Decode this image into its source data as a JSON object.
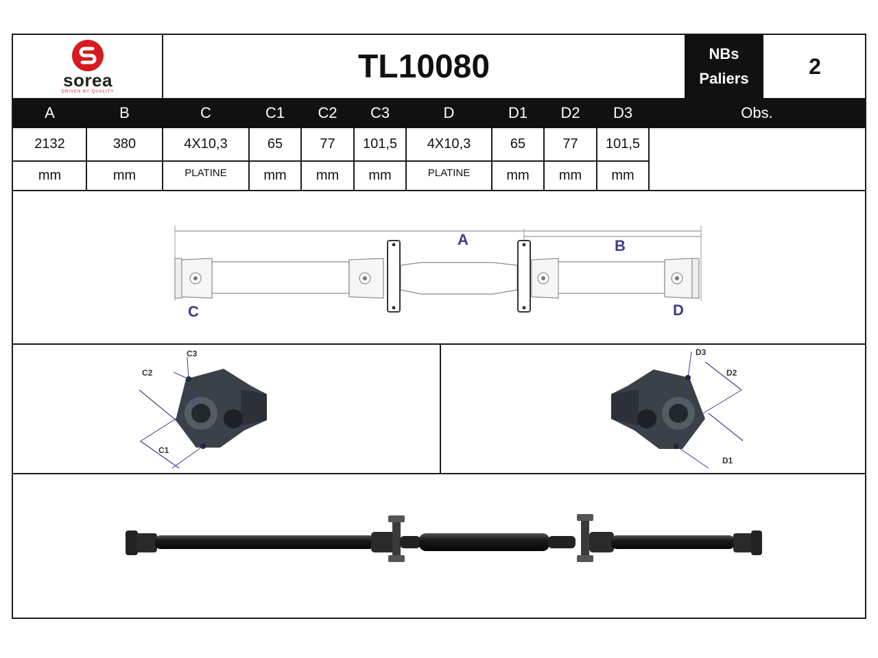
{
  "brand": {
    "name": "sorea",
    "tagline": "DRIVEN BY QUALITY",
    "logo_color": "#d71920"
  },
  "part": {
    "reference": "TL10080",
    "bearings_label_1": "NBs",
    "bearings_label_2": "Paliers",
    "bearings_count": "2"
  },
  "table": {
    "headers": [
      "A",
      "B",
      "C",
      "C1",
      "C2",
      "C3",
      "D",
      "D1",
      "D2",
      "D3",
      "Obs."
    ],
    "values": [
      "2132",
      "380",
      "4X10,3",
      "65",
      "77",
      "101,5",
      "4X10,3",
      "65",
      "77",
      "101,5"
    ],
    "units": [
      "mm",
      "mm",
      "PLATINE",
      "mm",
      "mm",
      "mm",
      "PLATINE",
      "mm",
      "mm",
      "mm"
    ]
  },
  "diagram": {
    "label_a": "A",
    "label_b": "B",
    "label_c": "C",
    "label_d": "D"
  },
  "flange_left": {
    "c1": "C1",
    "c2": "C2",
    "c3": "C3"
  },
  "flange_right": {
    "d1": "D1",
    "d2": "D2",
    "d3": "D3"
  },
  "colors": {
    "label_blue": "#3b3b8e",
    "header_bg": "#111111"
  }
}
